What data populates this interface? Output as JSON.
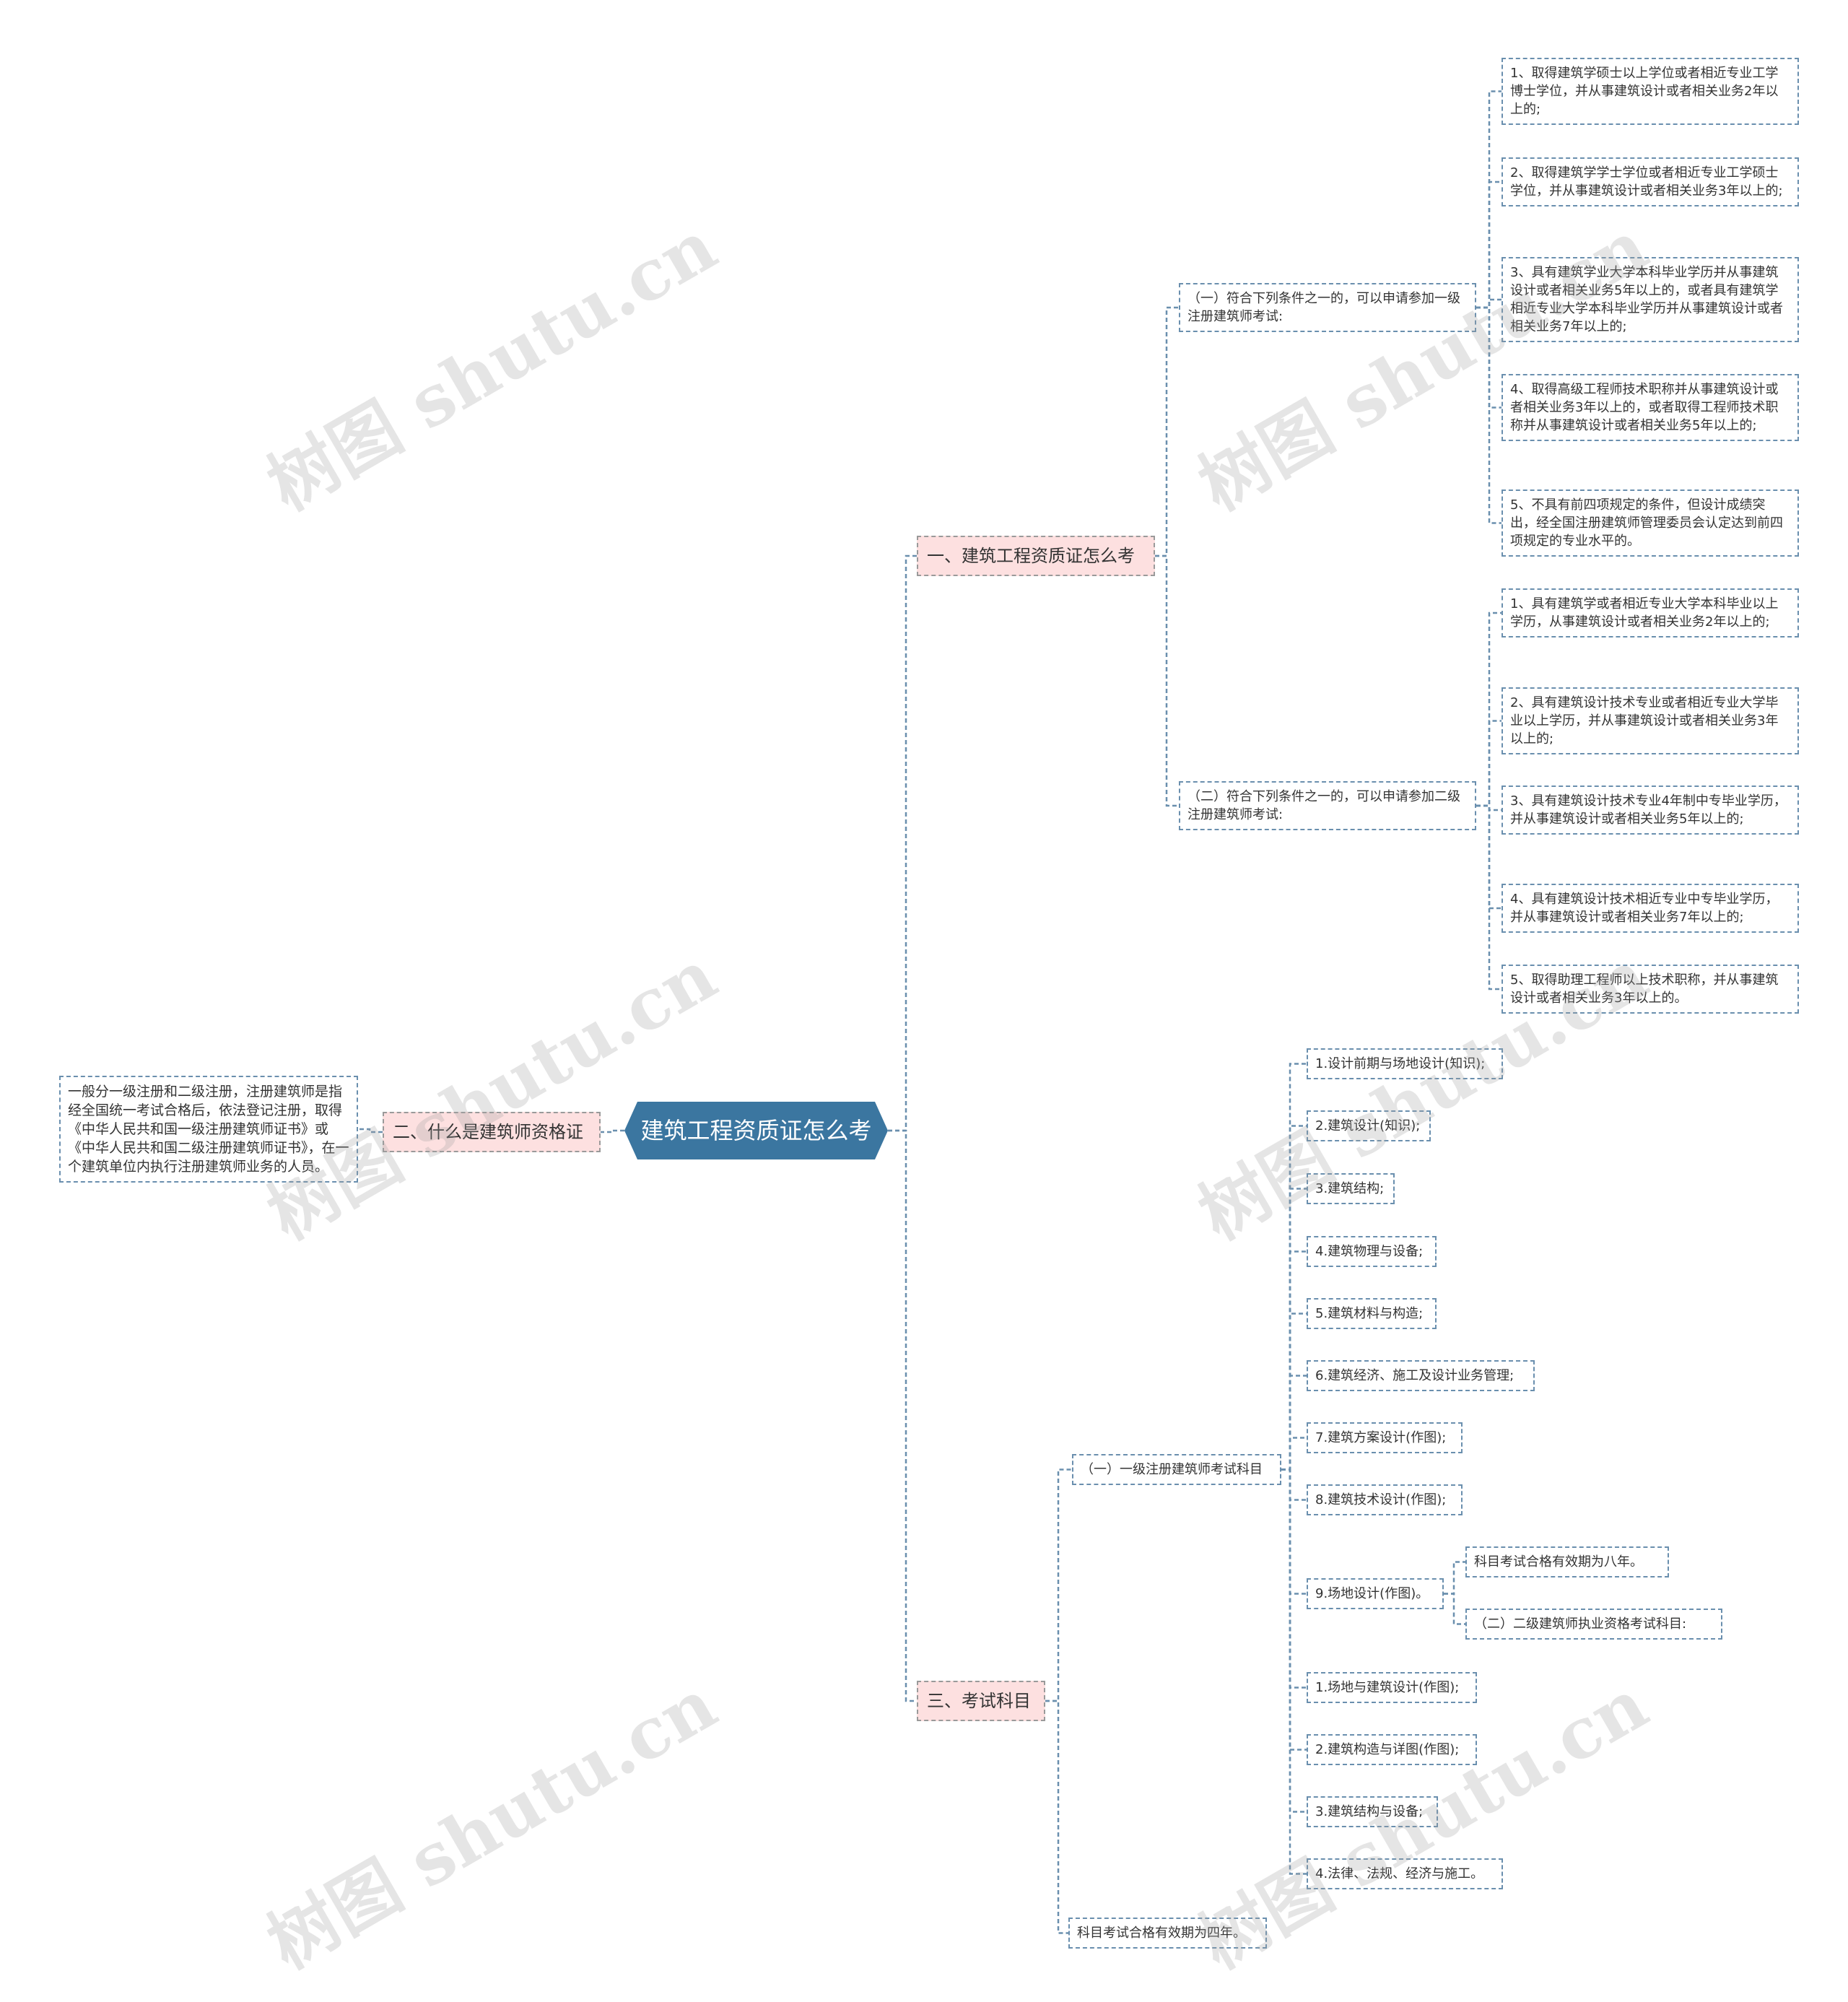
{
  "root": {
    "label": "建筑工程资质证怎么考",
    "color": "#3b76a0"
  },
  "branch1": {
    "label": "一、建筑工程资质证怎么考",
    "groupA": {
      "label": "（一）符合下列条件之一的，可以申请参加一级注册建筑师考试:",
      "items": [
        "1、取得建筑学硕士以上学位或者相近专业工学博士学位，并从事建筑设计或者相关业务2年以上的;",
        "2、取得建筑学学士学位或者相近专业工学硕士学位，并从事建筑设计或者相关业务3年以上的;",
        "3、具有建筑学业大学本科毕业学历并从事建筑设计或者相关业务5年以上的，或者具有建筑学相近专业大学本科毕业学历并从事建筑设计或者相关业务7年以上的;",
        "4、取得高级工程师技术职称并从事建筑设计或者相关业务3年以上的，或者取得工程师技术职称并从事建筑设计或者相关业务5年以上的;",
        "5、不具有前四项规定的条件，但设计成绩突出，经全国注册建筑师管理委员会认定达到前四项规定的专业水平的。"
      ]
    },
    "groupB": {
      "label": "（二）符合下列条件之一的，可以申请参加二级注册建筑师考试:",
      "items": [
        "1、具有建筑学或者相近专业大学本科毕业以上学历，从事建筑设计或者相关业务2年以上的;",
        "2、具有建筑设计技术专业或者相近专业大学毕业以上学历，并从事建筑设计或者相关业务3年以上的;",
        "3、具有建筑设计技术专业4年制中专毕业学历，并从事建筑设计或者相关业务5年以上的;",
        "4、具有建筑设计技术相近专业中专毕业学历，并从事建筑设计或者相关业务7年以上的;",
        "5、取得助理工程师以上技术职称，并从事建筑设计或者相关业务3年以上的。"
      ]
    }
  },
  "branch2": {
    "label": "二、什么是建筑师资格证",
    "detail": "一般分一级注册和二级注册，注册建筑师是指经全国统一考试合格后，依法登记注册，取得《中华人民共和国一级注册建筑师证书》或《中华人民共和国二级注册建筑师证书》，在一个建筑单位内执行注册建筑师业务的人员。"
  },
  "branch3": {
    "label": "三、考试科目",
    "groupA": {
      "label": "（一）一级注册建筑师考试科目",
      "items": [
        "1.设计前期与场地设计(知识);",
        "2.建筑设计(知识);",
        "3.建筑结构;",
        "4.建筑物理与设备;",
        "5.建筑材料与构造;",
        "6.建筑经济、施工及设计业务管理;",
        "7.建筑方案设计(作图);",
        "8.建筑技术设计(作图);",
        "9.场地设计(作图)。",
        "1.场地与建筑设计(作图);",
        "2.建筑构造与详图(作图);",
        "3.建筑结构与设备;",
        "4.法律、法规、经济与施工。"
      ],
      "sub9": [
        "科目考试合格有效期为八年。",
        "（二）二级建筑师执业资格考试科目:"
      ]
    },
    "footer": "科目考试合格有效期为四年。"
  },
  "watermark": "树图 shutu.cn",
  "colors": {
    "line": "#6a8fae",
    "branch_fill": "#fde0e0",
    "leaf_border": "#6a8fae"
  }
}
